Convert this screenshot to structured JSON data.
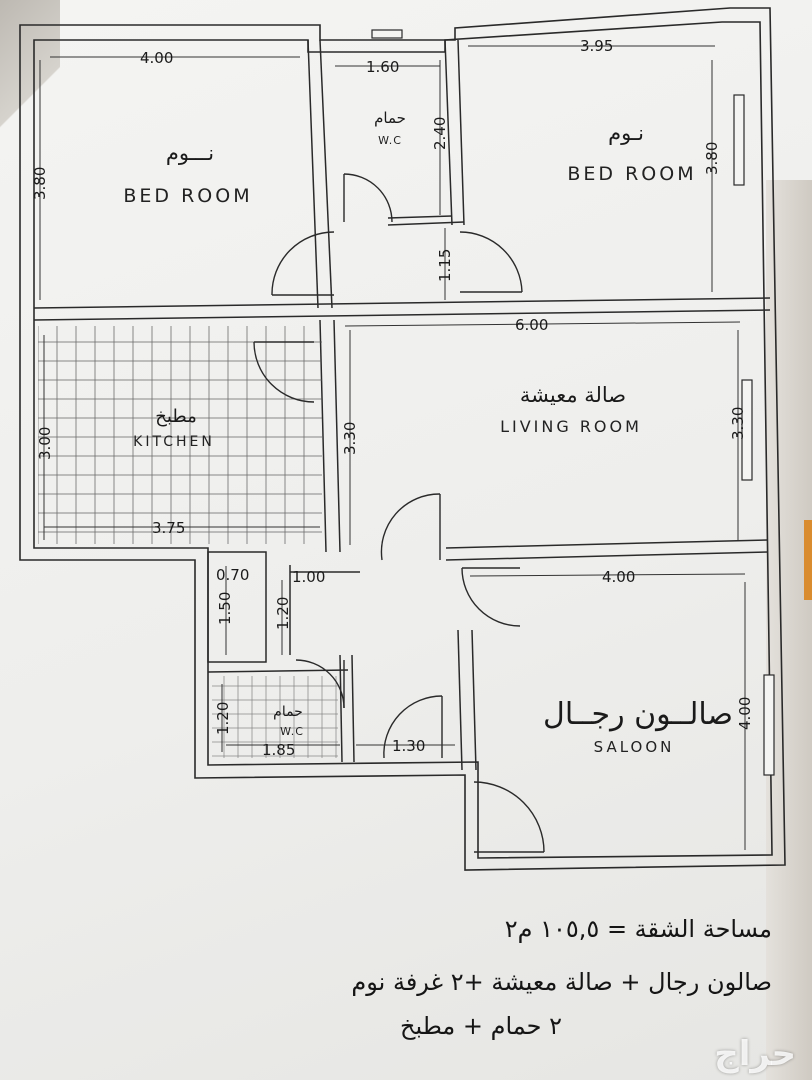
{
  "rooms": {
    "bed_left": {
      "ar": "نـــوم",
      "en": "BED ROOM",
      "w": "4.00",
      "h": "3.80"
    },
    "wc_top": {
      "ar": "حمام",
      "en": "W.C",
      "w": "1.60",
      "h": "2.40",
      "corridor": "1.15"
    },
    "bed_right": {
      "ar": "نـوم",
      "en": "BED ROOM",
      "w": "3.95",
      "h": "3.80"
    },
    "living": {
      "ar": "صالة معيشة",
      "en": "LIVING ROOM",
      "w": "6.00",
      "h_left": "3.30",
      "h_right": "3.30"
    },
    "kitchen": {
      "ar": "مطبخ",
      "en": "KITCHEN",
      "w": "3.75",
      "h": "3.00"
    },
    "shaft": {
      "w": "0.70",
      "h": "1.50",
      "w2": "1.00",
      "h2": "1.20"
    },
    "wc_bottom": {
      "ar": "حمام",
      "en": "W.C",
      "w": "1.85",
      "h": "1.20"
    },
    "entry": {
      "w": "1.30"
    },
    "saloon": {
      "ar": "صالــون رجــال",
      "en": "SALOON",
      "w": "4.00",
      "h": "4.00"
    }
  },
  "notes": {
    "area": "مساحة الشقة = ١٠٥,٥ م٢",
    "line1": "صالون رجال + صالة معيشة +٢ غرفة نوم",
    "line2": "٢ حمام + مطبخ"
  },
  "watermark": "حراج"
}
